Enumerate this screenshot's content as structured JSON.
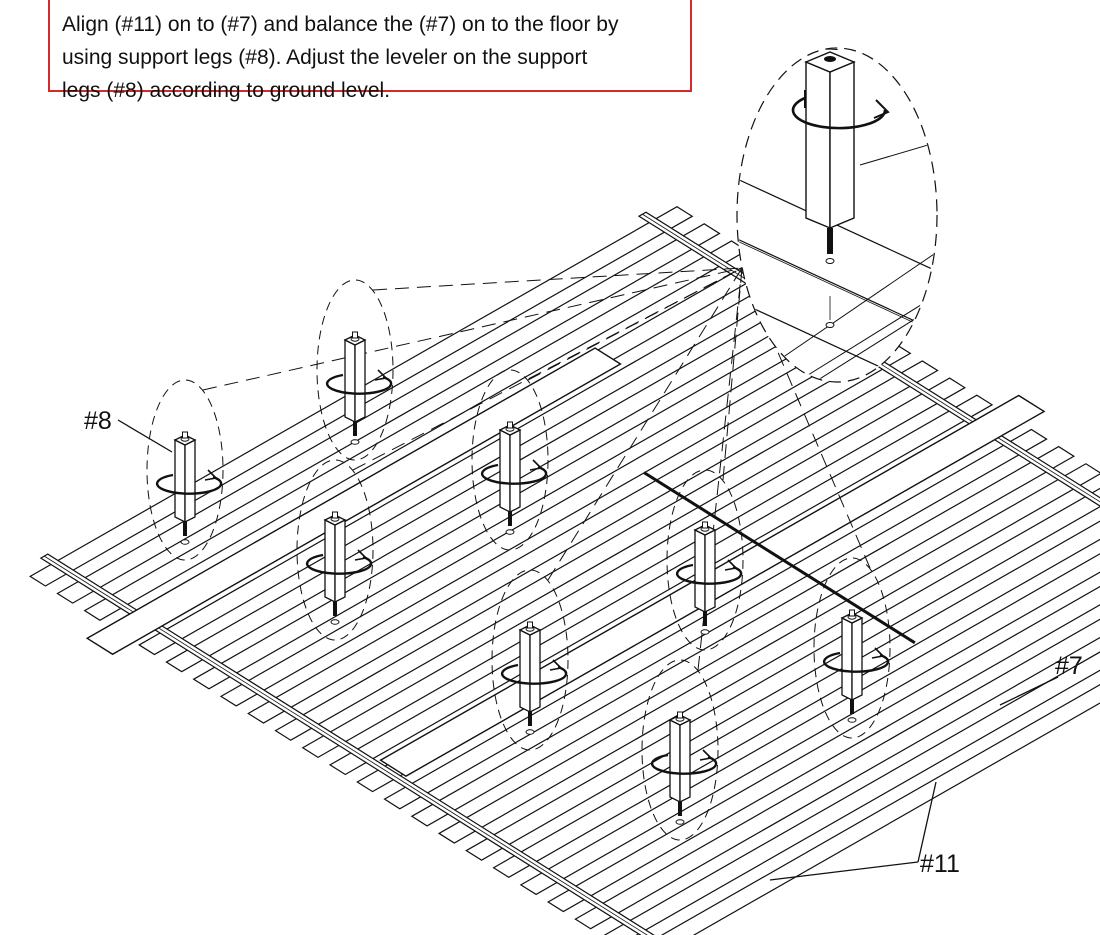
{
  "instructions": {
    "lines": [
      "Align (#11) on to (#7) and balance the (#7) on to the floor by",
      "using support legs (#8). Adjust the leveler on the support",
      "legs (#8) according to ground level."
    ]
  },
  "callouts": {
    "support_leg": "#8",
    "track_section": "#7",
    "crossbar": "#11"
  },
  "icons": [
    "rotation-arrow-icon",
    "leveler-bolt-icon",
    "detail-view-icon"
  ],
  "colors": {
    "note_border": "#d32a2a",
    "line": "#111111"
  }
}
